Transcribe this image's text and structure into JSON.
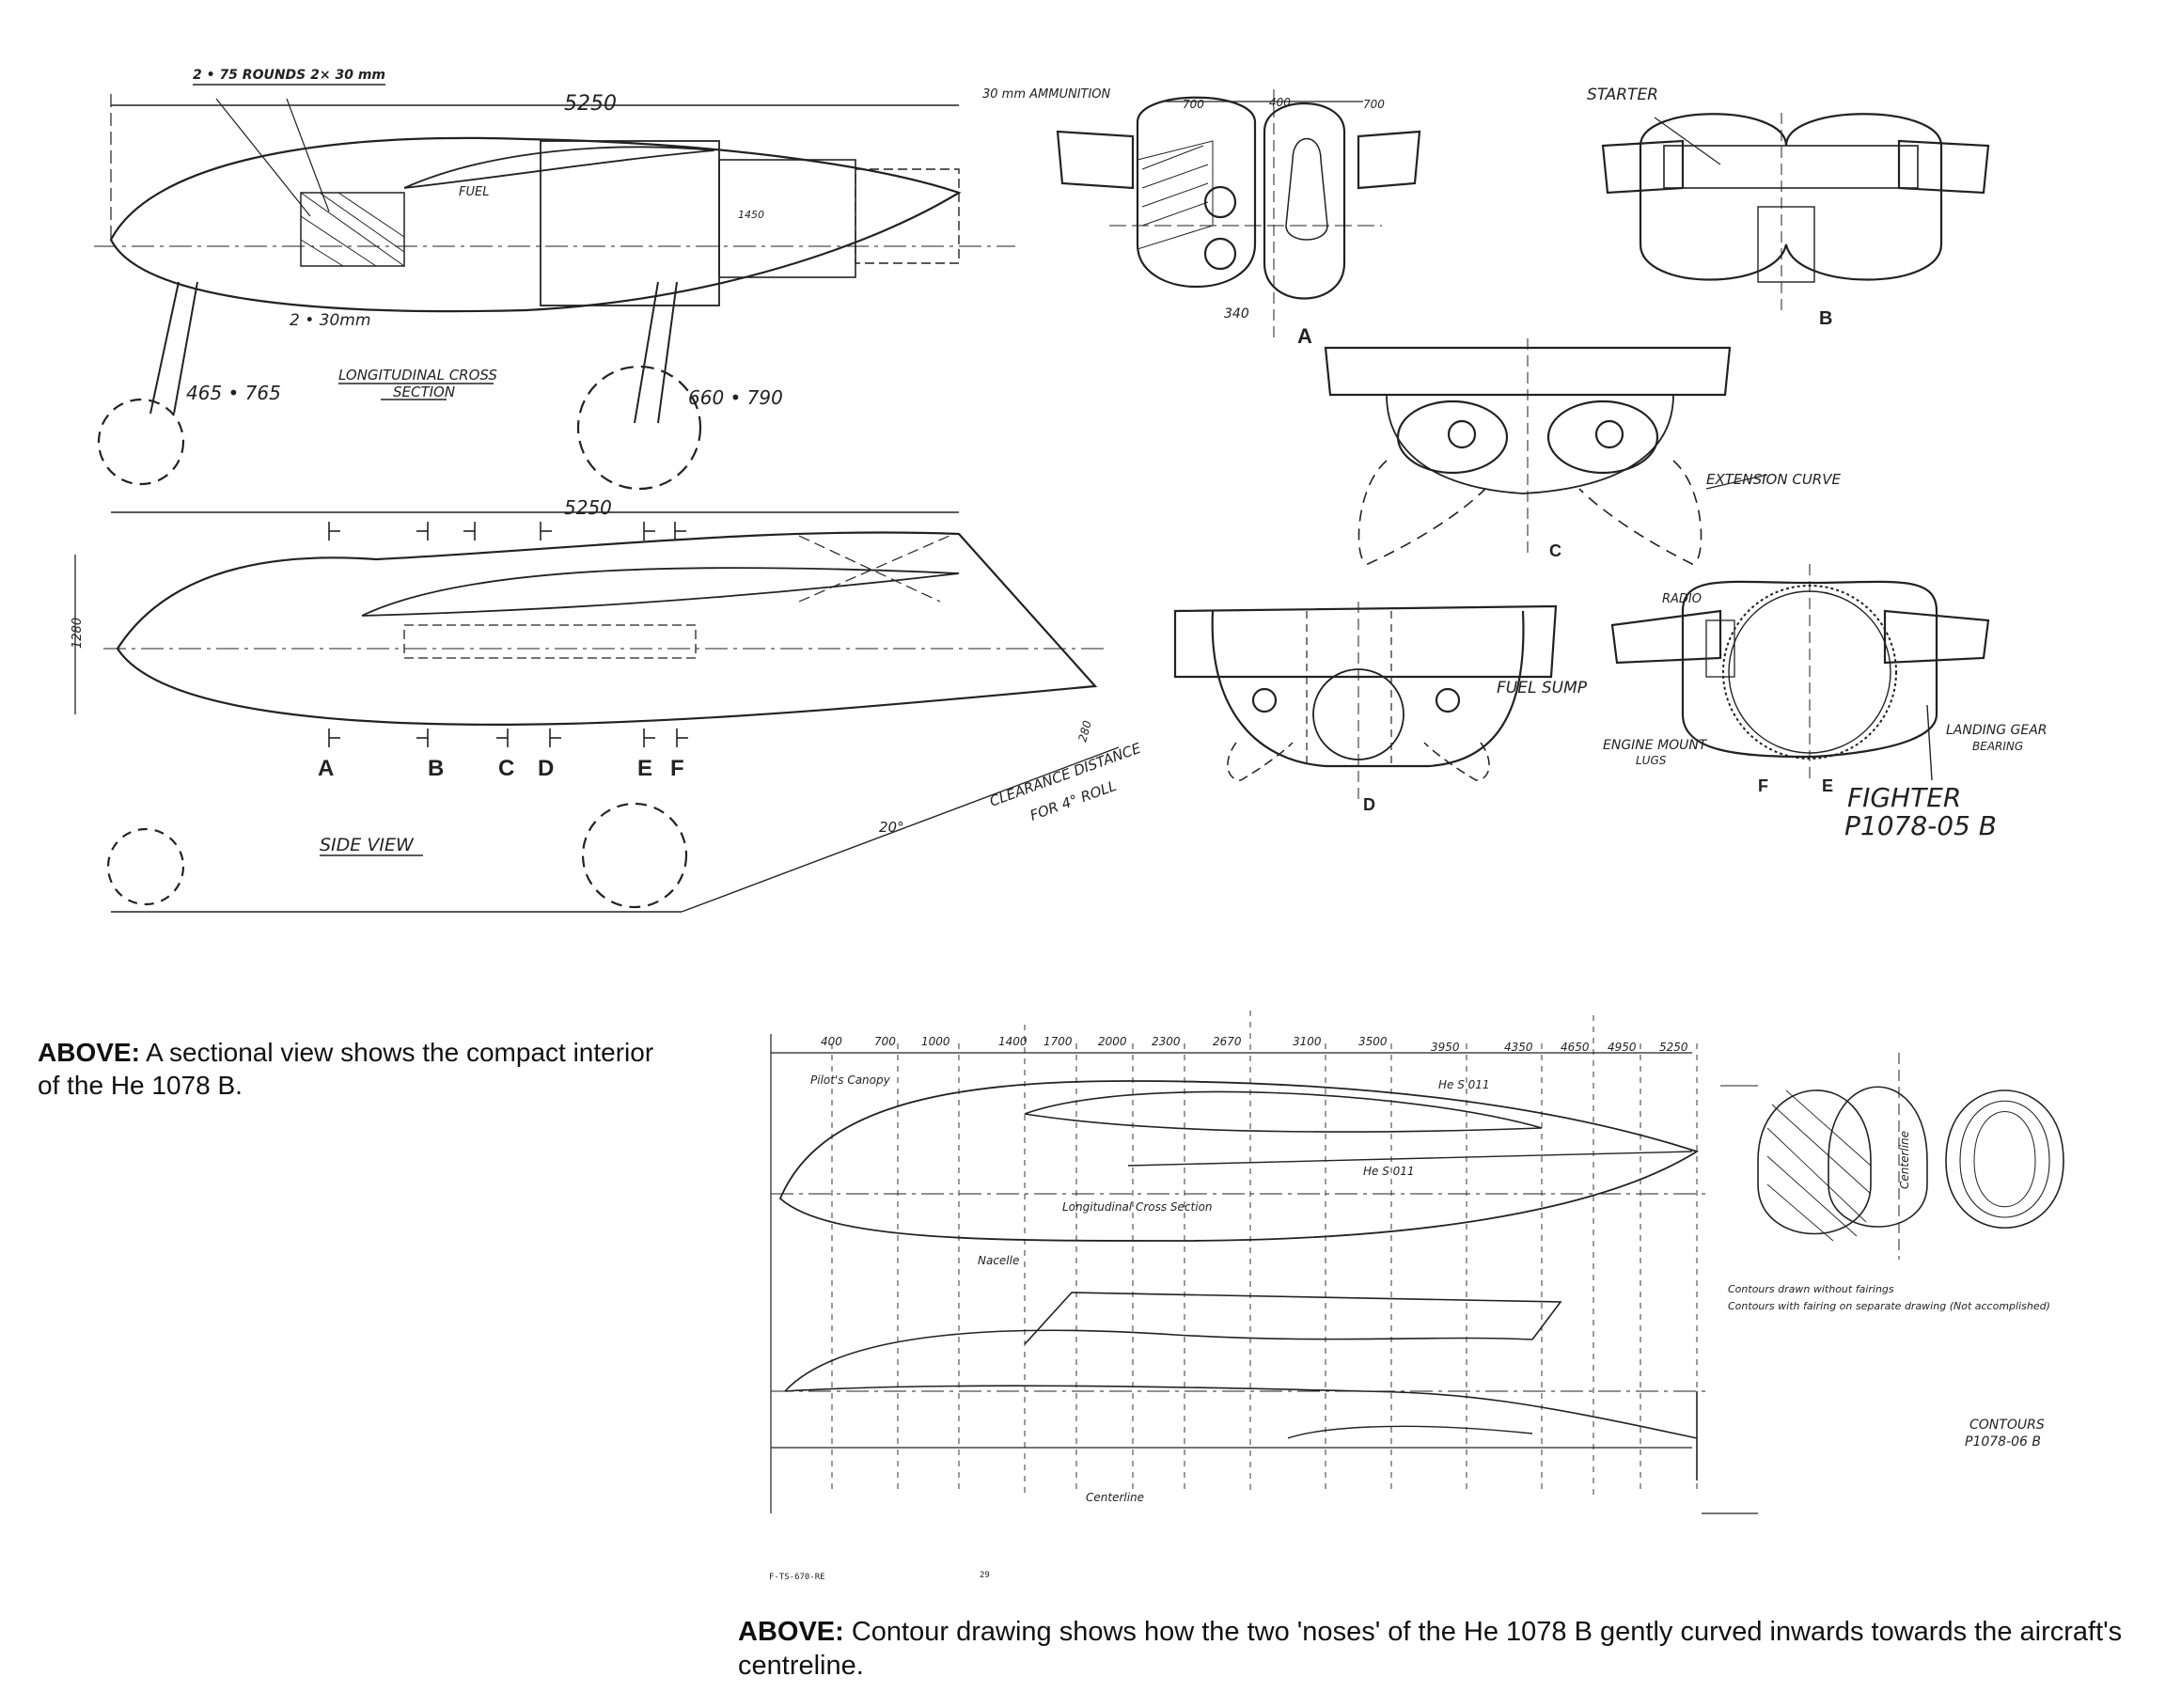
{
  "top_drawing": {
    "weapons_label": "2 • 75 ROUNDS   2× 30 mm",
    "length_dim": "5250",
    "fuel": "FUEL",
    "guns_label": "2 • 30mm",
    "nose_wheel": "465 • 765",
    "main_wheel": "660 • 790",
    "section_title_1": "LONGITUDINAL CROSS",
    "section_title_2": "SECTION",
    "tick_1450": "1450"
  },
  "side_view": {
    "length_dim": "5250",
    "height_dim": "1280",
    "title": "SIDE VIEW",
    "sections": [
      "A",
      "B",
      "C",
      "D",
      "E",
      "F"
    ],
    "clearance_1": "CLEARANCE DISTANCE",
    "clearance_2": "FOR 4° ROLL",
    "angle": "20°",
    "tail_dim": "280"
  },
  "section_views": {
    "ammo": "30 mm AMMUNITION",
    "dims": [
      "700",
      "400",
      "700"
    ],
    "dim_340": "340",
    "label_a": "A",
    "starter": "STARTER",
    "label_b": "B",
    "extension": "EXTENSION CURVE",
    "label_c": "C",
    "fuel_sump": "FUEL SUMP",
    "label_d": "D",
    "radio": "RADIO",
    "engine_mount_1": "ENGINE MOUNT",
    "engine_mount_2": "LUGS",
    "landing_gear_1": "LANDING GEAR",
    "landing_gear_2": "BEARING",
    "label_f": "F",
    "label_e": "E",
    "fighter_1": "FIGHTER",
    "fighter_2": "P1078-05 B"
  },
  "contours": {
    "stations": [
      "400",
      "700",
      "1000",
      "1400",
      "1700",
      "2000",
      "2300",
      "2670",
      "3100",
      "3500",
      "3950",
      "4350",
      "4650",
      "4950",
      "5250"
    ],
    "pilots_canopy": "Pilot's Canopy",
    "heso11_a": "He S 011",
    "heso11_b": "He S 011",
    "long_section": "Longitudinal Cross Section",
    "nacelle": "Nacelle",
    "centerline": "Centerline",
    "centerline_v": "Centerline",
    "note_1": "Contours drawn without fairings",
    "note_2": "Contours with fairing on separate drawing (Not accomplished)",
    "title_1": "CONTOURS",
    "title_2": "P1078-06 B",
    "doc_ref": "F-TS-670-RE",
    "page_no": "29"
  },
  "captions": {
    "caption1_lead": "ABOVE:",
    "caption1_text": "A sectional view shows the compact interior of the He 1078 B.",
    "caption2_lead": "ABOVE:",
    "caption2_text": "Contour drawing shows how the two 'noses' of the He 1078 B gently curved inwards towards the aircraft's centreline."
  }
}
